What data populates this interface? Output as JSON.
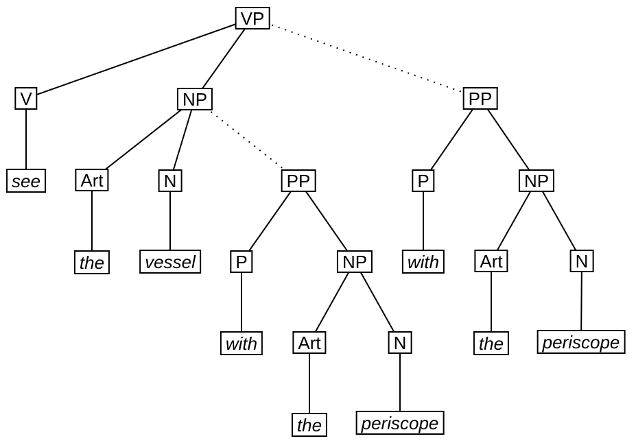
{
  "diagram": {
    "type": "syntax-tree",
    "description": "Verb phrase parse tree with prepositional-phrase attachment shown by dotted lines",
    "nodes": {
      "vp": "VP",
      "v": "V",
      "np1": "NP",
      "pp2": "PP",
      "see": "see",
      "art1": "Art",
      "n1": "N",
      "pp1": "PP",
      "p2": "P",
      "np3": "NP",
      "the1": "the",
      "vessel": "vessel",
      "p1": "P",
      "with2": "with",
      "art3": "Art",
      "n3": "N",
      "with1": "with",
      "art2": "Art",
      "n2": "N",
      "the3": "the",
      "periscope2": "periscope",
      "the2": "the",
      "periscope1": "periscope"
    },
    "edges": [
      {
        "from": "vp",
        "to": "v",
        "style": "solid"
      },
      {
        "from": "vp",
        "to": "np1",
        "style": "solid"
      },
      {
        "from": "vp",
        "to": "pp2",
        "style": "dotted"
      },
      {
        "from": "v",
        "to": "see",
        "style": "solid"
      },
      {
        "from": "np1",
        "to": "art1",
        "style": "solid"
      },
      {
        "from": "np1",
        "to": "n1",
        "style": "solid"
      },
      {
        "from": "np1",
        "to": "pp1",
        "style": "dotted"
      },
      {
        "from": "art1",
        "to": "the1",
        "style": "solid"
      },
      {
        "from": "n1",
        "to": "vessel",
        "style": "solid"
      },
      {
        "from": "pp1",
        "to": "p1",
        "style": "solid"
      },
      {
        "from": "pp1",
        "to": "np2",
        "style": "solid"
      },
      {
        "from": "p1",
        "to": "with1",
        "style": "solid"
      },
      {
        "from": "np2",
        "to": "art2",
        "style": "solid"
      },
      {
        "from": "np2",
        "to": "n2",
        "style": "solid"
      },
      {
        "from": "art2",
        "to": "the2",
        "style": "solid"
      },
      {
        "from": "n2",
        "to": "periscope1",
        "style": "solid"
      },
      {
        "from": "pp2",
        "to": "p2",
        "style": "solid"
      },
      {
        "from": "pp2",
        "to": "np3",
        "style": "solid"
      },
      {
        "from": "p2",
        "to": "with2",
        "style": "solid"
      },
      {
        "from": "np3",
        "to": "art3",
        "style": "solid"
      },
      {
        "from": "np3",
        "to": "n3",
        "style": "solid"
      },
      {
        "from": "art3",
        "to": "the3",
        "style": "solid"
      },
      {
        "from": "n3",
        "to": "periscope2",
        "style": "solid"
      }
    ],
    "np2_label": "NP",
    "colors": {
      "background": "#ffffff",
      "line": "#000000",
      "box_border": "#000000",
      "box_fill": "#ffffff",
      "text": "#000000"
    }
  }
}
